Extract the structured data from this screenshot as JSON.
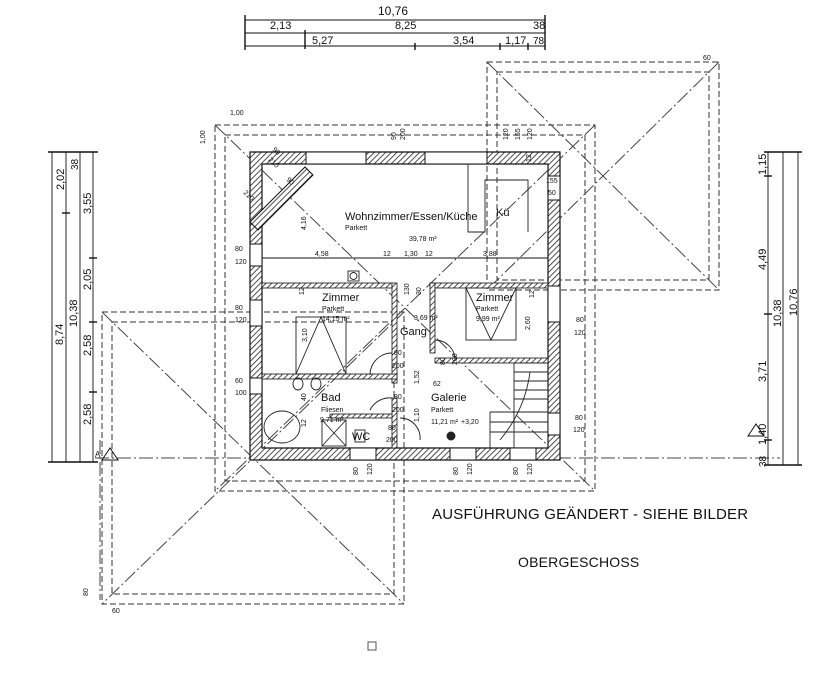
{
  "plan": {
    "title": "OBERGESCHOSS",
    "note": "AUSFÜHRUNG GEÄNDERT - SIEHE BILDER",
    "section_marker": "A"
  },
  "dimensions": {
    "top": {
      "overall": "10,76",
      "row2": [
        "2,13",
        "8,25",
        "38"
      ],
      "row3": [
        "5,27",
        "3,54",
        "1,17",
        "78"
      ]
    },
    "left": [
      "2,02",
      "38",
      "3,55",
      "2,05",
      "10,38",
      "8,74",
      "2,58",
      "2,58"
    ],
    "right": [
      "1,15",
      "4,49",
      "10,38",
      "10,76",
      "3,71",
      "1,40",
      "38"
    ],
    "interior": [
      "4,58",
      "12",
      "1,30",
      "12",
      "3,88",
      "4,16",
      "3,10",
      "2,60",
      "1,52",
      "1,10",
      "62",
      "12",
      "12",
      "12",
      "12",
      "40",
      "130",
      "30"
    ],
    "openings": [
      "80",
      "120",
      "80",
      "120",
      "60",
      "100",
      "155",
      "50",
      "80",
      "120",
      "80",
      "120",
      "80",
      "120",
      "80",
      "120",
      "80",
      "120",
      "80",
      "200",
      "80",
      "200",
      "80",
      "200",
      "80",
      "200",
      "1,00",
      "1,00",
      "60",
      "60",
      "80",
      "210",
      "90",
      "210",
      "90",
      "200",
      "90",
      "120",
      "155",
      "120"
    ]
  },
  "rooms": [
    {
      "name": "Wohnzimmer/Essen/Küche",
      "floor": "Parkett",
      "area": "39,78 m²"
    },
    {
      "name": "Kü"
    },
    {
      "name": "Zimmer",
      "floor": "Parkett",
      "area": "14,15 m²"
    },
    {
      "name": "Gang",
      "area": "3,69 m²"
    },
    {
      "name": "Zimmer",
      "floor": "Parkett",
      "area": "9,99 m²"
    },
    {
      "name": "Bad",
      "floor": "Fliesen",
      "area": "9,71 m²"
    },
    {
      "name": "Galerie",
      "floor": "Parkett",
      "area": "11,21 m²",
      "level": "+3,20"
    },
    {
      "name": "WC"
    }
  ]
}
